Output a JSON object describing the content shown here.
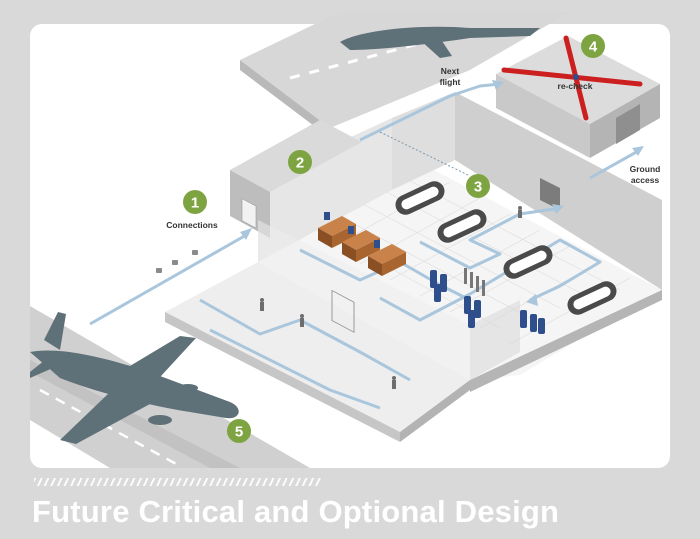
{
  "title": "Future Critical and Optional Design",
  "labels": {
    "connections": "Connections",
    "next_flight_1": "Next",
    "next_flight_2": "flight",
    "recheck": "re-check",
    "ground_access_1": "Ground",
    "ground_access_2": "access"
  },
  "markers": [
    "1",
    "2",
    "3",
    "4",
    "5"
  ],
  "colors": {
    "background": "#d9d9d9",
    "panel": "#ffffff",
    "marker": "#7ea442",
    "route": "#a9c6dc",
    "aircraft": "#5f7178",
    "cross": "#cc1f1f",
    "desk": "#b06a2f",
    "kiosk": "#2e4f8c"
  }
}
